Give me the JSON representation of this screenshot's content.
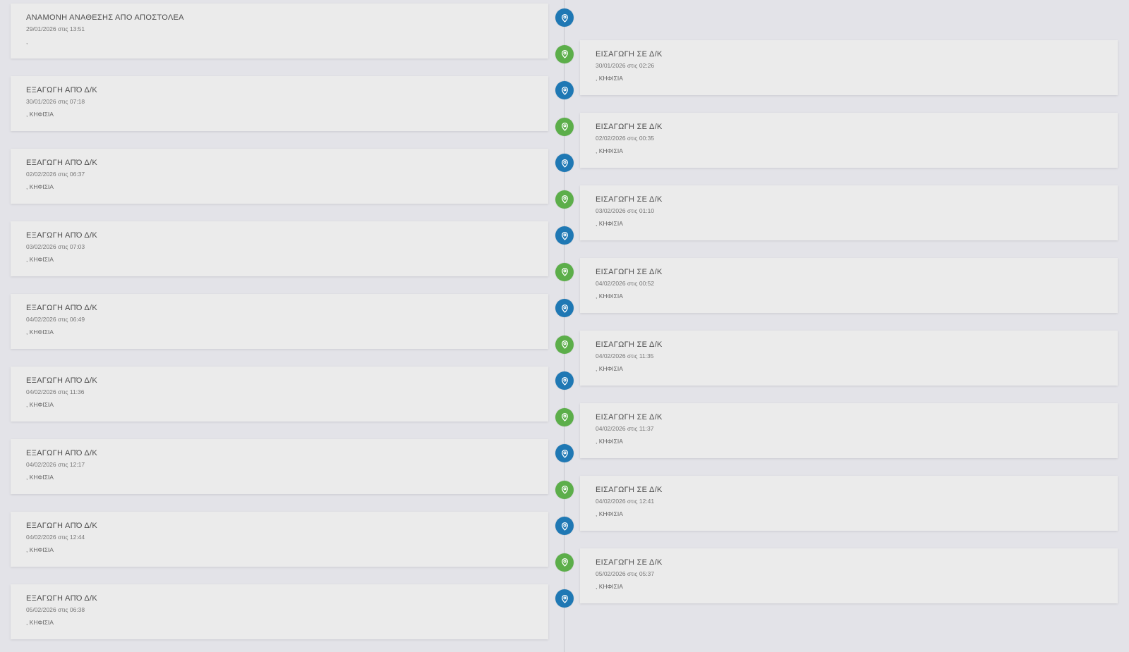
{
  "colors": {
    "background": "#e3e3e8",
    "card": "#ebebeb",
    "marker_blue": "#1f78b4",
    "marker_green": "#5cae4a",
    "axis": "#c4c5cb"
  },
  "icons": {
    "marker": "map-pin-icon"
  },
  "events": [
    {
      "side": "left",
      "color": "blue",
      "title": "ΑΝΑΜΟΝΗ ΑΝΑΘΕΣΗΣ ΑΠΟ ΑΠΟΣΤΟΛΕΑ",
      "date": "29/01/2026 στις 13:51",
      "place": ","
    },
    {
      "side": "right",
      "color": "green",
      "title": "ΕΙΣΑΓΩΓΗ ΣΕ Δ/Κ",
      "date": "30/01/2026 στις 02:26",
      "place": ", ΚΗΦΙΣΙΑ"
    },
    {
      "side": "left",
      "color": "blue",
      "title": "ΕΞΑΓΩΓΗ ΑΠΌ Δ/Κ",
      "date": "30/01/2026 στις 07:18",
      "place": ", ΚΗΦΙΣΙΑ"
    },
    {
      "side": "right",
      "color": "green",
      "title": "ΕΙΣΑΓΩΓΗ ΣΕ Δ/Κ",
      "date": "02/02/2026 στις 00:35",
      "place": ", ΚΗΦΙΣΙΑ"
    },
    {
      "side": "left",
      "color": "blue",
      "title": "ΕΞΑΓΩΓΗ ΑΠΌ Δ/Κ",
      "date": "02/02/2026 στις 06:37",
      "place": ", ΚΗΦΙΣΙΑ"
    },
    {
      "side": "right",
      "color": "green",
      "title": "ΕΙΣΑΓΩΓΗ ΣΕ Δ/Κ",
      "date": "03/02/2026 στις 01:10",
      "place": ", ΚΗΦΙΣΙΑ"
    },
    {
      "side": "left",
      "color": "blue",
      "title": "ΕΞΑΓΩΓΗ ΑΠΌ Δ/Κ",
      "date": "03/02/2026 στις 07:03",
      "place": ", ΚΗΦΙΣΙΑ"
    },
    {
      "side": "right",
      "color": "green",
      "title": "ΕΙΣΑΓΩΓΗ ΣΕ Δ/Κ",
      "date": "04/02/2026 στις 00:52",
      "place": ", ΚΗΦΙΣΙΑ"
    },
    {
      "side": "left",
      "color": "blue",
      "title": "ΕΞΑΓΩΓΗ ΑΠΌ Δ/Κ",
      "date": "04/02/2026 στις 06:49",
      "place": ", ΚΗΦΙΣΙΑ"
    },
    {
      "side": "right",
      "color": "green",
      "title": "ΕΙΣΑΓΩΓΗ ΣΕ Δ/Κ",
      "date": "04/02/2026 στις 11:35",
      "place": ", ΚΗΦΙΣΙΑ"
    },
    {
      "side": "left",
      "color": "blue",
      "title": "ΕΞΑΓΩΓΗ ΑΠΌ Δ/Κ",
      "date": "04/02/2026 στις 11:36",
      "place": ", ΚΗΦΙΣΙΑ"
    },
    {
      "side": "right",
      "color": "green",
      "title": "ΕΙΣΑΓΩΓΗ ΣΕ Δ/Κ",
      "date": "04/02/2026 στις 11:37",
      "place": ", ΚΗΦΙΣΙΑ"
    },
    {
      "side": "left",
      "color": "blue",
      "title": "ΕΞΑΓΩΓΗ ΑΠΌ Δ/Κ",
      "date": "04/02/2026 στις 12:17",
      "place": ", ΚΗΦΙΣΙΑ"
    },
    {
      "side": "right",
      "color": "green",
      "title": "ΕΙΣΑΓΩΓΗ ΣΕ Δ/Κ",
      "date": "04/02/2026 στις 12:41",
      "place": ", ΚΗΦΙΣΙΑ"
    },
    {
      "side": "left",
      "color": "blue",
      "title": "ΕΞΑΓΩΓΗ ΑΠΌ Δ/Κ",
      "date": "04/02/2026 στις 12:44",
      "place": ", ΚΗΦΙΣΙΑ"
    },
    {
      "side": "right",
      "color": "green",
      "title": "ΕΙΣΑΓΩΓΗ ΣΕ Δ/Κ",
      "date": "05/02/2026 στις 05:37",
      "place": ", ΚΗΦΙΣΙΑ"
    },
    {
      "side": "left",
      "color": "blue",
      "title": "ΕΞΑΓΩΓΗ ΑΠΌ Δ/Κ",
      "date": "05/02/2026 στις 06:38",
      "place": ", ΚΗΦΙΣΙΑ"
    }
  ]
}
